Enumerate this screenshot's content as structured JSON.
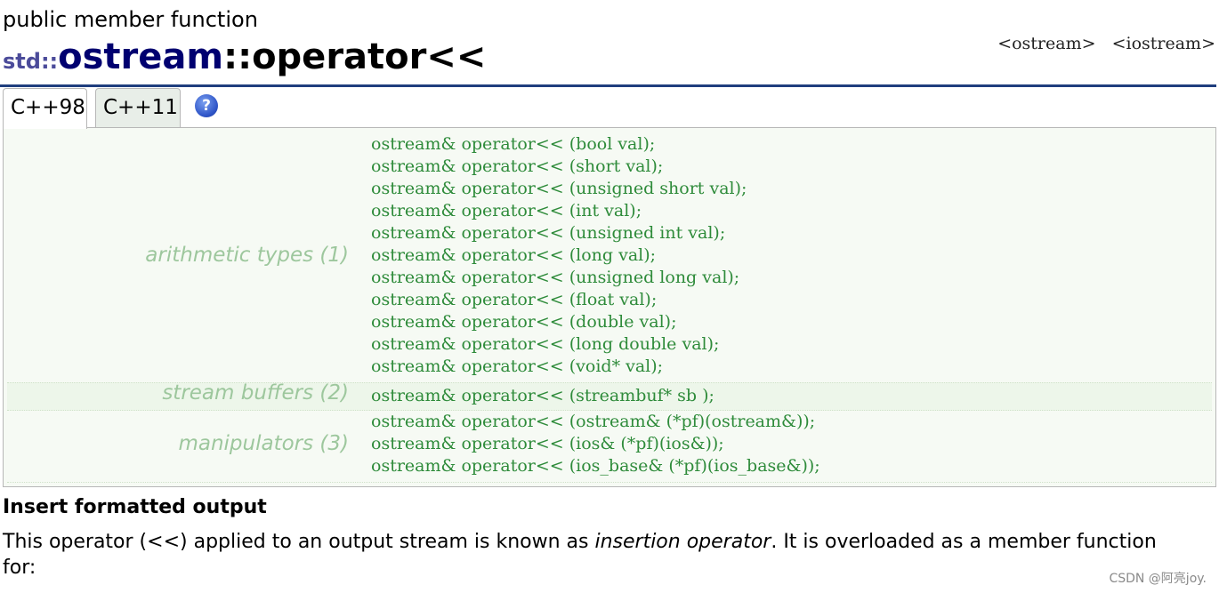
{
  "page": {
    "kind": "public member function",
    "title_ns": "std::",
    "title_class": "ostream",
    "title_op": "::operator<<",
    "headers": [
      "<ostream>",
      "<iostream>"
    ]
  },
  "tabs": [
    {
      "label": "C++98",
      "active": true
    },
    {
      "label": "C++11",
      "active": false
    }
  ],
  "help_icon": "?",
  "groups": [
    {
      "label": "arithmetic types (1)",
      "lines": [
        "ostream& operator<< (bool val);",
        "ostream& operator<< (short val);",
        "ostream& operator<< (unsigned short val);",
        "ostream& operator<< (int val);",
        "ostream& operator<< (unsigned int val);",
        "ostream& operator<< (long val);",
        "ostream& operator<< (unsigned long val);",
        "ostream& operator<< (float val);",
        "ostream& operator<< (double val);",
        "ostream& operator<< (long double val);",
        "ostream& operator<< (void* val);"
      ]
    },
    {
      "label": "stream buffers (2)",
      "lines": [
        "ostream& operator<< (streambuf* sb );"
      ]
    },
    {
      "label": "manipulators (3)",
      "lines": [
        "ostream& operator<< (ostream& (*pf)(ostream&));",
        "ostream& operator<< (ios& (*pf)(ios&));",
        "ostream& operator<< (ios_base& (*pf)(ios_base&));"
      ]
    }
  ],
  "description": {
    "subtitle": "Insert formatted output",
    "para_a": "This operator (",
    "para_op": "<<",
    "para_b": ") applied to an output stream is known as ",
    "para_em": "insertion operator",
    "para_c": ". It is overloaded as a member function for:"
  },
  "watermark": "CSDN @阿亮joy."
}
